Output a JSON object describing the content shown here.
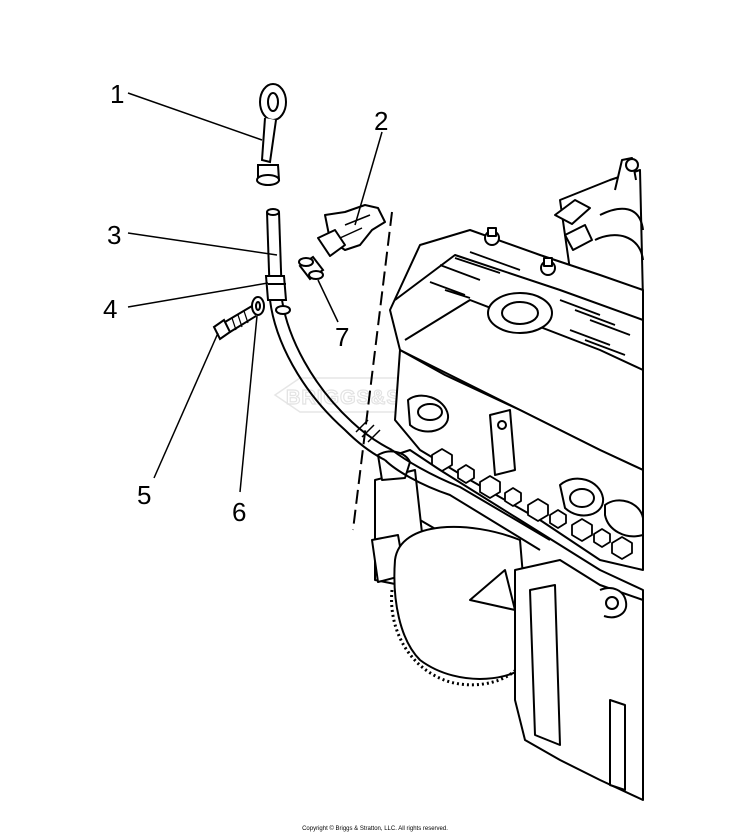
{
  "callouts": [
    "1",
    "2",
    "3",
    "4",
    "5",
    "6",
    "7"
  ],
  "watermark": "BRIGGS&STRATTON",
  "copyright": "Copyright © Briggs & Stratton, LLC. All rights reserved.",
  "colors": {
    "line": "#000000",
    "background": "#ffffff",
    "watermark": "#e3e3e3"
  }
}
